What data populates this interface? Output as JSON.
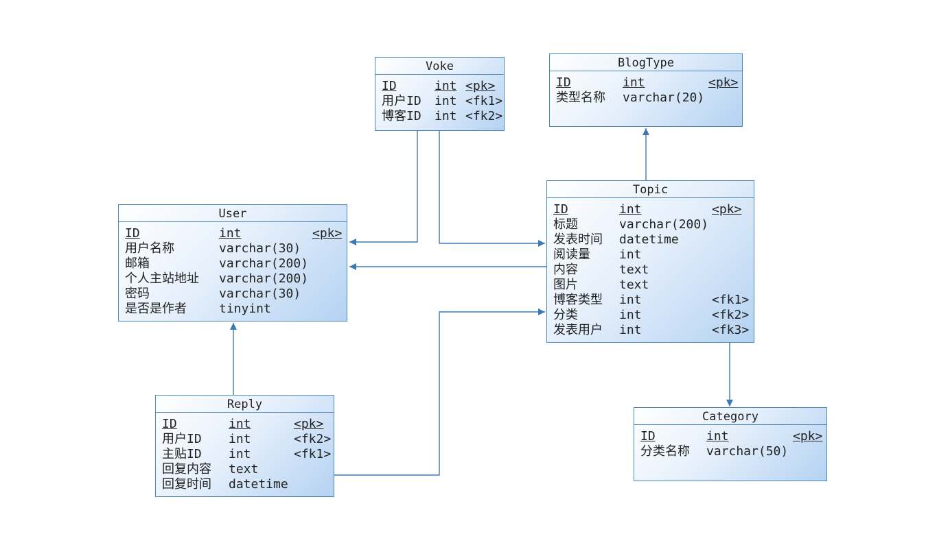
{
  "colors": {
    "line": "#3a7ab4",
    "border": "#4a86b8"
  },
  "entities": {
    "voke": {
      "name": "Voke",
      "rows": [
        {
          "name": "ID",
          "type": "int",
          "key": "<pk>"
        },
        {
          "name": "用户ID",
          "type": "int",
          "key": "<fk1>"
        },
        {
          "name": "博客ID",
          "type": "int",
          "key": "<fk2>"
        }
      ]
    },
    "blogtype": {
      "name": "BlogType",
      "rows": [
        {
          "name": "ID",
          "type": "int",
          "key": "<pk>"
        },
        {
          "name": "类型名称",
          "type": "varchar(20)",
          "key": ""
        }
      ]
    },
    "user": {
      "name": "User",
      "rows": [
        {
          "name": "ID",
          "type": "int",
          "key": "<pk>"
        },
        {
          "name": "用户名称",
          "type": "varchar(30)",
          "key": ""
        },
        {
          "name": "邮箱",
          "type": "varchar(200)",
          "key": ""
        },
        {
          "name": "个人主站地址",
          "type": "varchar(200)",
          "key": ""
        },
        {
          "name": "密码",
          "type": "varchar(30)",
          "key": ""
        },
        {
          "name": "是否是作者",
          "type": "tinyint",
          "key": ""
        }
      ]
    },
    "topic": {
      "name": "Topic",
      "rows": [
        {
          "name": "ID",
          "type": "int",
          "key": "<pk>"
        },
        {
          "name": "标题",
          "type": "varchar(200)",
          "key": ""
        },
        {
          "name": "发表时间",
          "type": "datetime",
          "key": ""
        },
        {
          "name": "阅读量",
          "type": "int",
          "key": ""
        },
        {
          "name": "内容",
          "type": "text",
          "key": ""
        },
        {
          "name": "图片",
          "type": "text",
          "key": ""
        },
        {
          "name": "博客类型",
          "type": "int",
          "key": "<fk1>"
        },
        {
          "name": "分类",
          "type": "int",
          "key": "<fk2>"
        },
        {
          "name": "发表用户",
          "type": "int",
          "key": "<fk3>"
        }
      ]
    },
    "reply": {
      "name": "Reply",
      "rows": [
        {
          "name": "ID",
          "type": "int",
          "key": "<pk>"
        },
        {
          "name": "用户ID",
          "type": "int",
          "key": "<fk2>"
        },
        {
          "name": "主贴ID",
          "type": "int",
          "key": "<fk1>"
        },
        {
          "name": "回复内容",
          "type": "text",
          "key": ""
        },
        {
          "name": "回复时间",
          "type": "datetime",
          "key": ""
        }
      ]
    },
    "category": {
      "name": "Category",
      "rows": [
        {
          "name": "ID",
          "type": "int",
          "key": "<pk>"
        },
        {
          "name": "分类名称",
          "type": "varchar(50)",
          "key": ""
        }
      ]
    }
  },
  "relationships": [
    {
      "from": "voke",
      "to": "user",
      "via": "用户ID"
    },
    {
      "from": "voke",
      "to": "topic",
      "via": "博客ID"
    },
    {
      "from": "topic",
      "to": "user",
      "via": "发表用户"
    },
    {
      "from": "topic",
      "to": "blogtype",
      "via": "博客类型"
    },
    {
      "from": "topic",
      "to": "category",
      "via": "分类"
    },
    {
      "from": "reply",
      "to": "user",
      "via": "用户ID"
    },
    {
      "from": "reply",
      "to": "topic",
      "via": "主贴ID"
    }
  ]
}
